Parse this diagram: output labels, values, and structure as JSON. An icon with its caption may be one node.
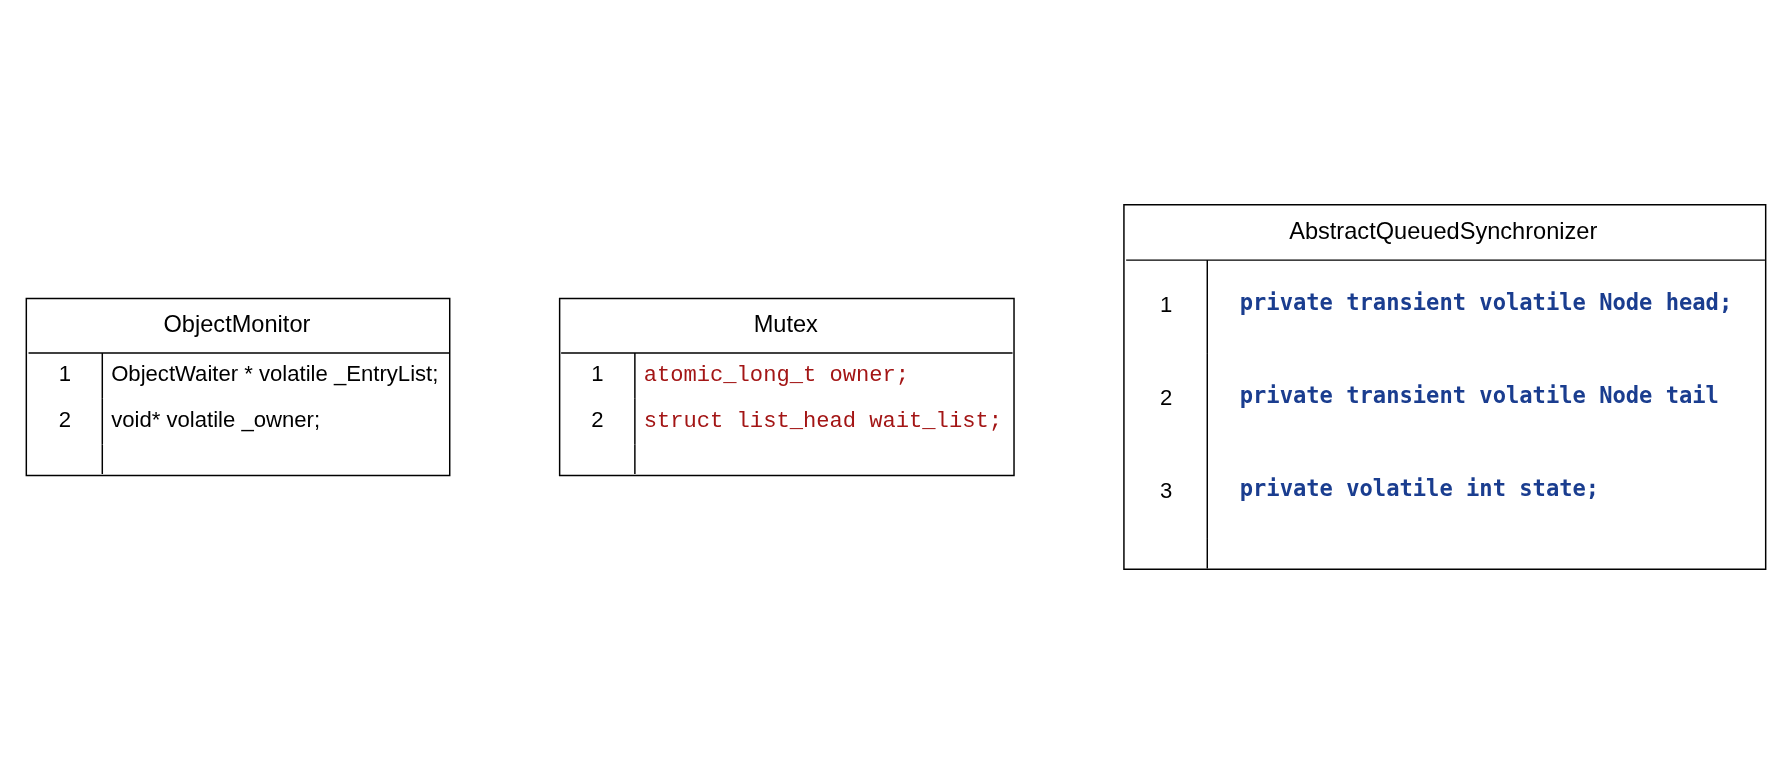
{
  "diagram": {
    "nodes": [
      {
        "text": [
          "ObjectMonitor",
          "1",
          "ObjectWaiter * volatile _EntryList;",
          "2",
          "void* volatile _owner;"
        ]
      },
      {
        "text": [
          "Mutex",
          "1",
          "atomic_long_t owner;",
          "2",
          "struct list_head wait_list;"
        ]
      },
      {
        "text": [
          "AbstractQueuedSynchronizer",
          "1",
          "private transient volatile Node head;",
          "2",
          "private transient volatile Node tail",
          "3",
          "private volatile int state;"
        ]
      }
    ]
  }
}
